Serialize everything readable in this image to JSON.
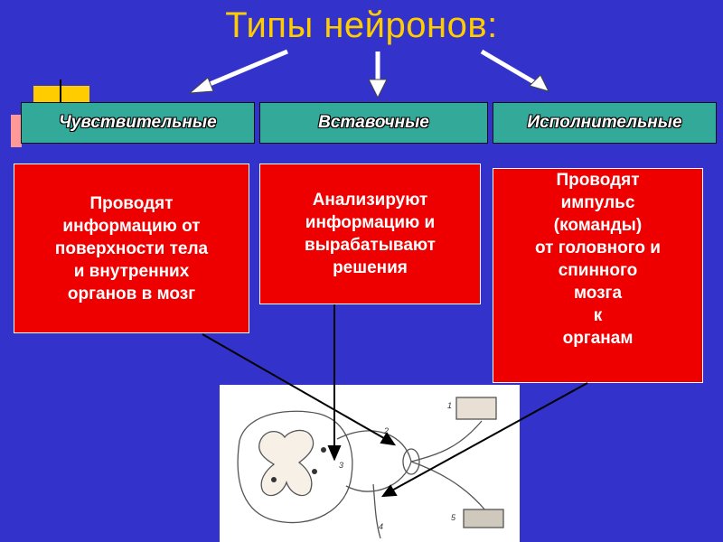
{
  "title": "Типы нейронов:",
  "types": [
    {
      "header": "Чувствительные",
      "description": [
        "Проводят",
        "информацию от",
        "поверхности тела",
        "и внутренних",
        "органов в мозг"
      ]
    },
    {
      "header": "Вставочные",
      "description": [
        "Анализируют",
        "информацию и",
        "вырабатывают",
        "решения"
      ]
    },
    {
      "header": "Исполнительные",
      "description": [
        "Проводят",
        "импульс",
        "(команды)",
        "от головного и",
        "спинного",
        "мозга",
        "к",
        "органам"
      ]
    }
  ],
  "figure_labels": [
    "1",
    "2",
    "3",
    "4",
    "5"
  ],
  "colors": {
    "background": "#3333cc",
    "title": "#ffcc00",
    "header": "#33a99a",
    "box": "#ee0000"
  }
}
